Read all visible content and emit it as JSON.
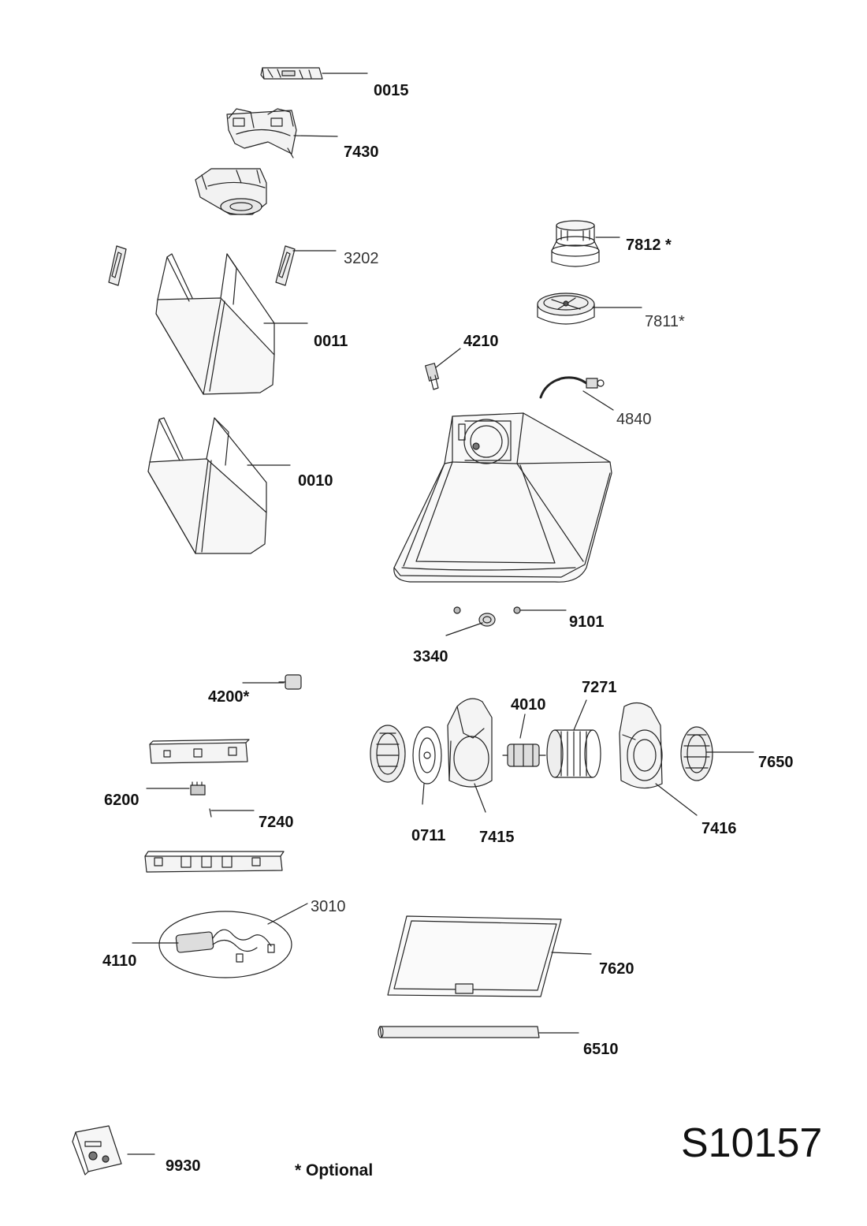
{
  "sheet": {
    "code": "S10157",
    "optional_note": "* Optional"
  },
  "callouts": {
    "c0015": "0015",
    "c7430": "7430",
    "c3202": "3202",
    "c7812": "7812 *",
    "c7811": "7811*",
    "c0011": "0011",
    "c4210": "4210",
    "c4840": "4840",
    "c0010": "0010",
    "c9101": "9101",
    "c3340": "3340",
    "c4200": "4200*",
    "c7271": "7271",
    "c4010": "4010",
    "c7650": "7650",
    "c6200": "6200",
    "c7240": "7240",
    "c0711": "0711",
    "c7415": "7415",
    "c7416": "7416",
    "c3010": "3010",
    "c4110": "4110",
    "c7620": "7620",
    "c6510": "6510",
    "c9930": "9930"
  }
}
